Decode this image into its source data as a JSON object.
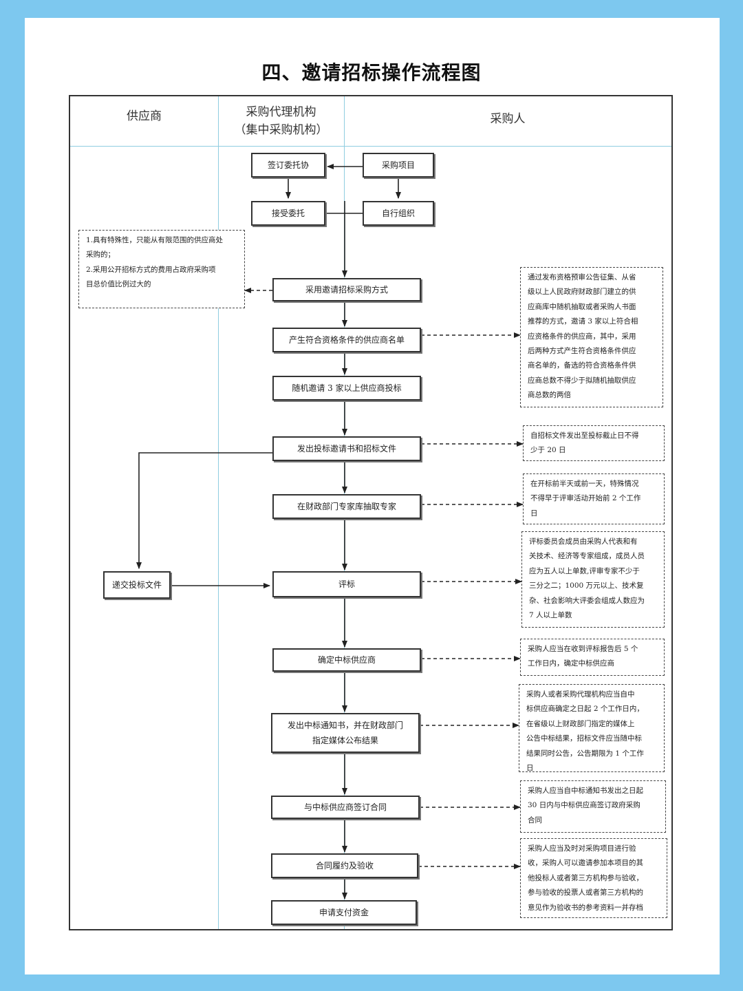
{
  "title": "四、邀请招标操作流程图",
  "lanes": {
    "supplier": "供应商",
    "agency_line1": "采购代理机构",
    "agency_line2": "（集中采购机构）",
    "purchaser": "采购人"
  },
  "boxes": {
    "sign_commission": "签订委托协",
    "procurement_project": "采购项目",
    "accept_commission": "接受委托",
    "self_organize": "自行组织",
    "invite_method": "采用邀请招标采购方式",
    "qualified_list": "产生符合资格条件的供应商名单",
    "random_invite": "随机邀请 3 家以上供应商投标",
    "issue_invitation": "发出投标邀请书和招标文件",
    "extract_experts": "在财政部门专家库抽取专家",
    "submit_bid": "递交投标文件",
    "evaluation": "评标",
    "determine_winner": "确定中标供应商",
    "issue_notice": "发出中标通知书，并在财政部门\n指定媒体公布结果",
    "sign_contract": "与中标供应商签订合同",
    "performance_acceptance": "合同履约及验收",
    "apply_payment": "申请支付资金"
  },
  "notes": {
    "conditions": "1.具有特殊性，只能从有限范围的供应商处\n采购的；\n2.采用公开招标方式的费用占政府采购项\n目总价值比例过大的",
    "qualification": "通过发布资格预审公告征集、从省\n级以上人民政府财政部门建立的供\n应商库中随机抽取或者采购人书面\n推荐的方式，邀请 3 家以上符合相\n应资格条件的供应商，其中，采用\n后两种方式产生符合资格条件供应\n商名单的，备选的符合资格条件供\n应商总数不得少于拟随机抽取供应\n商总数的两倍",
    "deadline": "自招标文件发出至投标截止日不得\n少于 20 日",
    "expert_timing": "在开标前半天或前一天，特殊情况\n不得早于评审活动开始前 2 个工作\n日",
    "committee": "评标委员会成员由采购人代表和有\n关技术、经济等专家组成，成员人员\n应为五人以上单数,评审专家不少于\n三分之二；1000 万元以上、技术复\n杂、社会影响大评委会组成人数应为\n7 人以上单数",
    "winner_timing": "采购人应当在收到评标报告后 5 个\n工作日内，确定中标供应商",
    "announce": "采购人或者采购代理机构应当自中\n标供应商确定之日起 2 个工作日内，\n在省级以上财政部门指定的媒体上\n公告中标结果，招标文件应当随中标\n结果同时公告，公告期限为 1 个工作\n日",
    "contract_timing": "采购人应当自中标通知书发出之日起\n30 日内与中标供应商签订政府采购\n合同",
    "acceptance": "采购人应当及时对采购项目进行验\n收，采购人可以邀请参加本项目的其\n他投标人或者第三方机构参与验收，\n参与验收的投票人或者第三方机构的\n意见作为验收书的参考资料一并存档"
  }
}
